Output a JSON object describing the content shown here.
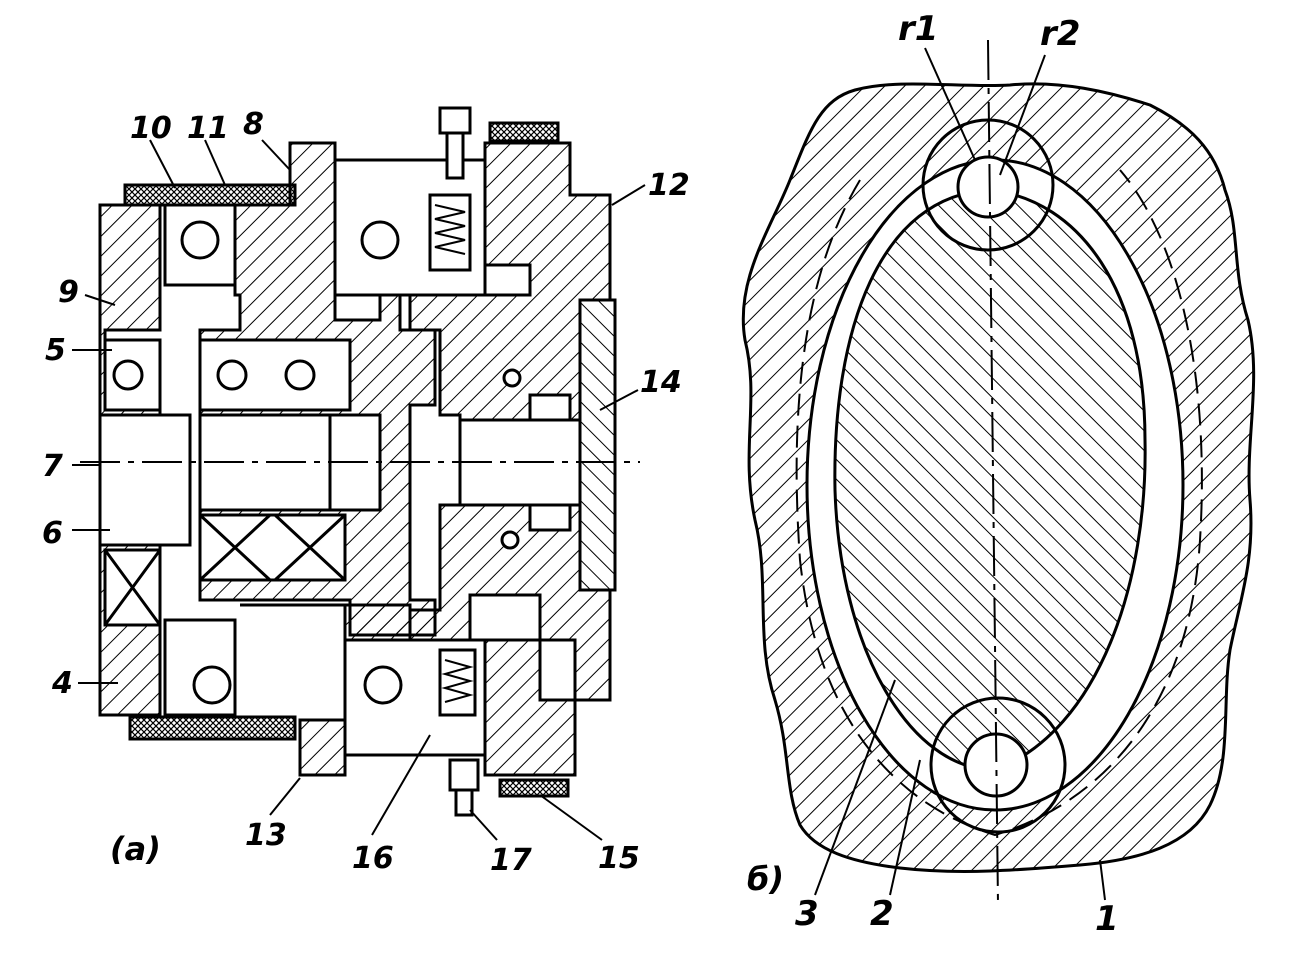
{
  "left_view": {
    "caption": "(a)",
    "part_labels": [
      "10",
      "11",
      "8",
      "12",
      "9",
      "5",
      "14",
      "7",
      "6",
      "4",
      "13",
      "16",
      "17",
      "15"
    ]
  },
  "right_view": {
    "caption": "б)",
    "radius_labels": [
      "r1",
      "r2"
    ],
    "part_labels": [
      "3",
      "2",
      "1"
    ]
  },
  "colors": {
    "ink": "#000000",
    "paper": "#ffffff"
  }
}
